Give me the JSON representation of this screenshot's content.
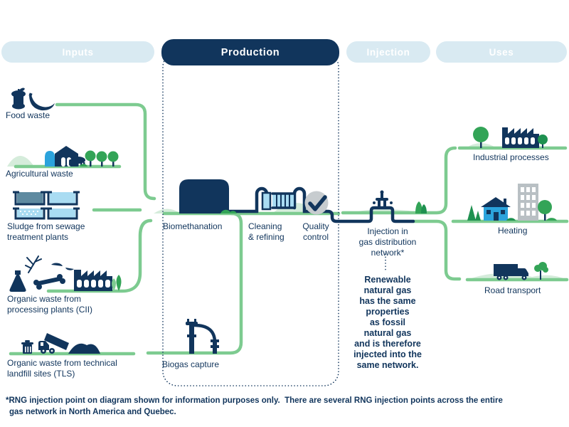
{
  "colors": {
    "navy": "#11355C",
    "pill_inactive_blue": "#D9EAF2",
    "pill_text": "#FFFFFF",
    "line_green": "#7DCB90",
    "scenery_light_green": "#D5ECDB",
    "tree_green": "#33A457",
    "dark_green": "#1F9150",
    "sky_blue": "#2BA3DC",
    "water_blue": "#A9DCF2",
    "tank_gray_blue": "#5E8AA0",
    "circle_gray": "#C7CCCF",
    "building_gray": "#B9C0C4"
  },
  "stages": [
    {
      "label": "Inputs",
      "active": false
    },
    {
      "label": "Production",
      "active": true
    },
    {
      "label": "Injection",
      "active": false
    },
    {
      "label": "Uses",
      "active": false
    }
  ],
  "inputs": {
    "food_waste": {
      "label": "Food waste"
    },
    "agricultural": {
      "label": "Agricultural waste"
    },
    "sludge": {
      "label": "Sludge from sewage treatment plants",
      "lines": [
        "Sludge from sewage",
        "treatment plants"
      ]
    },
    "cii": {
      "label": "Organic waste from processing plants (CII)",
      "lines": [
        "Organic waste from",
        "processing plants (CII)"
      ]
    },
    "tls": {
      "label": "Organic waste from technical landfill sites (TLS)",
      "lines": [
        "Organic waste from technical",
        "landfill sites (TLS)"
      ]
    }
  },
  "production": {
    "biomethanation": {
      "label": "Biomethanation"
    },
    "cleaning": {
      "label": "Cleaning & refining",
      "lines": [
        "Cleaning",
        "& refining"
      ]
    },
    "quality": {
      "label": "Quality control",
      "lines": [
        "Quality",
        "control"
      ]
    },
    "biogas": {
      "label": "Biogas capture"
    }
  },
  "injection": {
    "point": {
      "label": "Injection in gas distribution network*",
      "lines": [
        "Injection in",
        "gas distribution",
        "network*"
      ]
    },
    "note": "Renewable natural gas has the same properties as fossil natural gas and is therefore injected into the same network.",
    "note_lines": [
      "Renewable",
      "natural gas",
      "has the same",
      "properties",
      "as fossil",
      "natural gas",
      "and is therefore",
      "injected into the",
      "same network."
    ]
  },
  "uses": {
    "industrial": {
      "label": "Industrial processes"
    },
    "heating": {
      "label": "Heating"
    },
    "road": {
      "label": "Road transport"
    }
  },
  "footnote": {
    "lines": [
      "*RNG injection point on diagram shown for information purposes only.  There are several RNG injection points across the entire",
      "gas network in North America and Quebec."
    ]
  }
}
